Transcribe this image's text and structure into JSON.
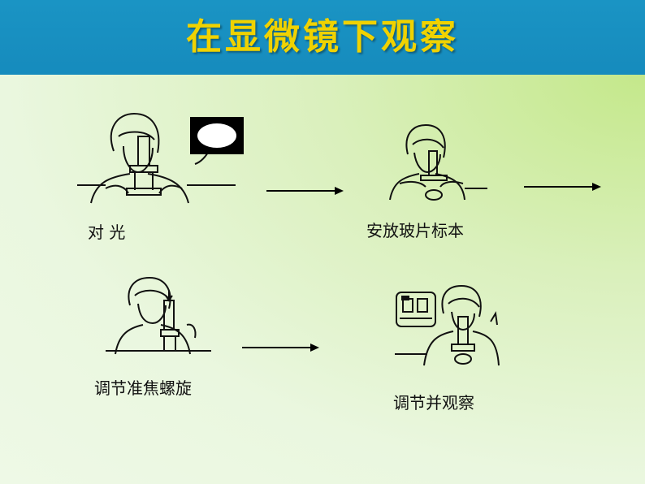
{
  "slide": {
    "title": "在显微镜下观察",
    "steps": [
      {
        "label": "对 光"
      },
      {
        "label": "安放玻片标本"
      },
      {
        "label": "调节准焦螺旋"
      },
      {
        "label": "调节并观察"
      }
    ],
    "colors": {
      "title_bar": "#1a94c4",
      "title_text": "#f0d200",
      "background": "#eaf7df"
    }
  }
}
